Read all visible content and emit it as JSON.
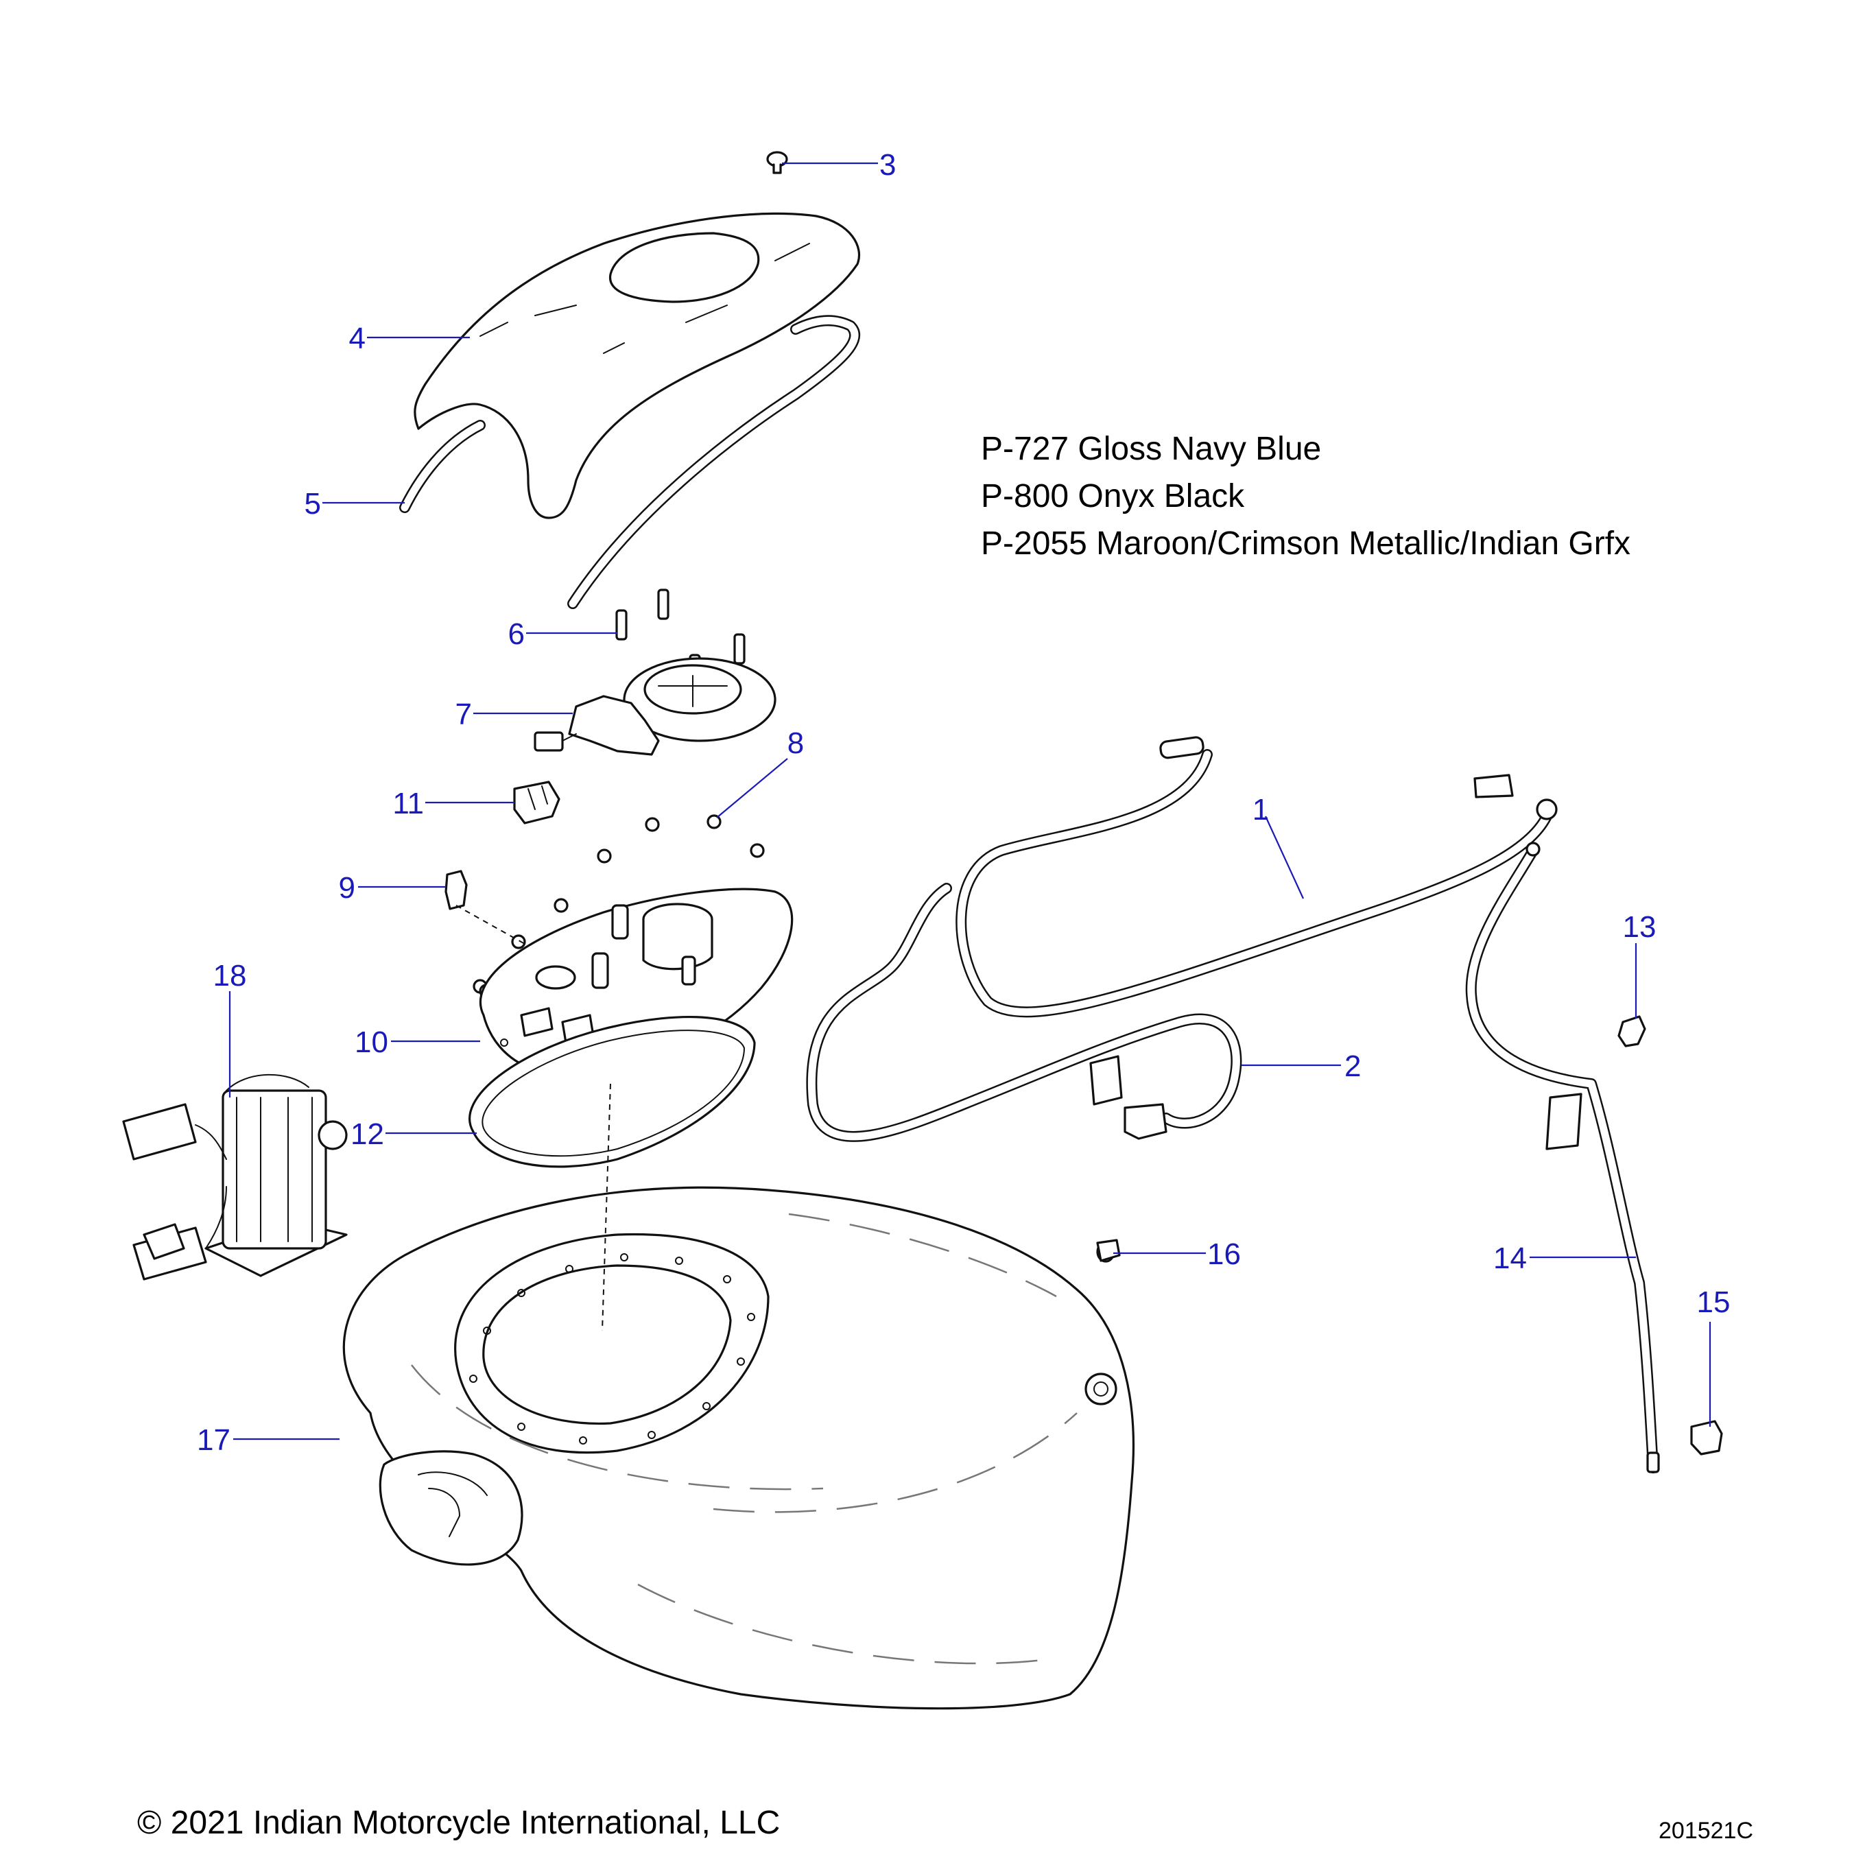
{
  "paint_codes": [
    "P-727 Gloss Navy Blue",
    "P-800 Onyx Black",
    "P-2055 Maroon/Crimson Metallic/Indian Grfx"
  ],
  "callouts": [
    "1",
    "2",
    "3",
    "4",
    "5",
    "6",
    "7",
    "8",
    "9",
    "10",
    "11",
    "12",
    "13",
    "14",
    "15",
    "16",
    "17",
    "18"
  ],
  "copyright": "© 2021 Indian Motorcycle International, LLC",
  "drawing_number": "201521C",
  "colors": {
    "callout": "#1a1ab8",
    "line_art": "#111111",
    "background": "#ffffff"
  }
}
